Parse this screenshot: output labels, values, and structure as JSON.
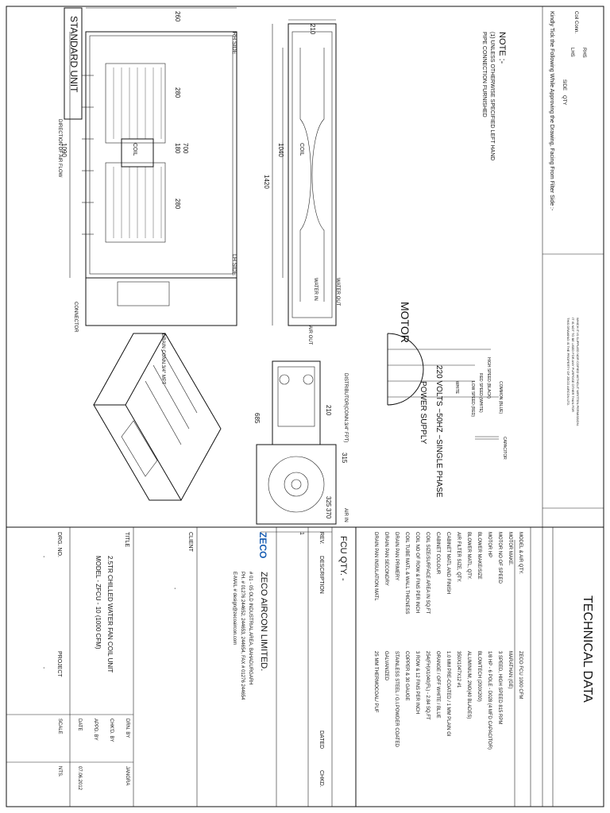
{
  "header": {
    "standard_unit": "STANDARD UNIT",
    "rh_side": "RH SIDE",
    "lh_side": "LH SIDE",
    "airflow": "DIRECTION OF AIR FLOW"
  },
  "dims": {
    "top_width": "260",
    "top_height": "1090",
    "gap_upper": "280",
    "gap_mid1": "180",
    "gap_mid2": "700",
    "gap_lower": "280",
    "side_depth": "210",
    "side_coil_h": "1040",
    "side_total_h": "1420",
    "end_width": "210",
    "end_depth": "315",
    "end_height": "685",
    "base_325": "325",
    "base_370": "370"
  },
  "labels": {
    "coil": "COIL",
    "coil_top": "COIL",
    "water_in": "WATER IN",
    "water_out": "WATER OUT",
    "connector": "CONNECTOR",
    "drain_conn": "DRAIN CONN.3/4\" MPT",
    "distributor": "DISTRIBUTOR(CONN.3/4\" FPT)",
    "air_out": "AIR OUT",
    "air_in": "AIR IN",
    "motor": "MOTOR",
    "power_supply": "POWER SUPPLY",
    "voltage": "220 VOLTS ~50HZ ~SINGLE PHASE",
    "capacitor": "CAPACITOR",
    "common": "COMMON (BLUE)",
    "high": "HIGH SPEED (BLACK)",
    "red": "RED SPEED (WHITE)",
    "low": "LOW SPEED (RED)",
    "white": "WHITE"
  },
  "notes": {
    "title": "NOTE :-",
    "line1": "(1) UNLESS OTHERWISE SPECIFIED LEFT HAND",
    "line2": "PIPE CONNECTION FURNISHED",
    "tick_instruction": "Kindly Tick the Following While Approving the Drawing, Facing From Filter Side :-",
    "coil_conn": "Coil Conn.",
    "lhs": "LHS",
    "rhs": "RHS",
    "side": "SIDE",
    "qty": "QTY",
    "disclaimer1": "THIS DRAWING IS THE PROPERTY OF ZECO AIRCON LTD.",
    "disclaimer2": "IT IS NOT TO BE USED FOR ANY PURPOSE OTHER THAN FOR",
    "disclaimer3": "WHICH IT IS SUPPLIED NOR COPIED WITHOUT WRITTEN PERMISSION."
  },
  "technical": {
    "title": "TECHNICAL DATA",
    "rows": [
      {
        "k": "MODEL & AIR QTY.",
        "v": "ZECO FCU 1000 CFM"
      },
      {
        "k": "MOTOR MAKE.",
        "v": "MARATHAN (GE)"
      },
      {
        "k": "MOTOR NO OF SPEED",
        "v": "3 SPEED, HIGH SPEED 815 RPM"
      },
      {
        "k": "MOTOR HP",
        "v": "1/8 HP - 6 POLE - D028 (4 MFD CAPACITOR)"
      },
      {
        "k": "BLOWER MAKE/SIZE",
        "v": "BLOWTECH (200X200)"
      },
      {
        "k": "BLOWER  MATL, QTY.",
        "v": "ALUMINIUM, 2NO(40 BLADES)"
      },
      {
        "k": "AIR FILTER SIZE, QTY.",
        "v": "350X1047X12 #1"
      },
      {
        "k": "CABINET MATL AND FINISH",
        "v": "1.0 MM PRE-COATED / 1 MM PLAIN GI"
      },
      {
        "k": "CABINET COLOUR",
        "v": "ORANGE / OFF WHITE / BLUE"
      },
      {
        "k": "COIL SIZE/SURFACE AREA IN SQ.FT",
        "v": "254(FH)X1040(FL) - 2.84 SQ.FT"
      },
      {
        "k": "COIL NO OF ROW & FINS PER INCH",
        "v": "3 ROW & 12 FINS PER INCH"
      },
      {
        "k": "COIL TUBE MATL & WALL THICNESS",
        "v": "COPPER & 30 GAUGE"
      },
      {
        "k": "DRAIN PAN PRIMERY",
        "v": "STAINLESS STEEL / G.I.POWDER COATED"
      },
      {
        "k": "DRAIN PAN SECONDRY",
        "v": "GALVANIZED"
      },
      {
        "k": "DRAIN PAN INSULATION MATL",
        "v": "25 MM THERMOCOAL/ PUF"
      }
    ]
  },
  "title_block": {
    "fcu_qty": "FCU QTY. -",
    "rev": "REV.",
    "description": "DESCRIPTION",
    "dated": "DATED",
    "chkd": "CHKD.",
    "rev_no": "1",
    "company": "ZECO AIRCON LIMITED.",
    "address": "# 01 - 05 OLD INDUSTRIAL AREA, BAHADURGARH",
    "phone": "PH. # 01276 244652, 244653, 244654, FAX # 01276 244654",
    "email": "E-MAIL # design@zecoaircon.com",
    "logo": "ZECO",
    "client_label": "CLIENT",
    "client_value": "-",
    "title_label": "TITLE",
    "title_line1": "2.5TR CHILLED WATER  FAN COIL UNIT",
    "title_line2": "MODEL - ZFCU - 10 (1000 CFM)",
    "drg_no": "DRG. NO.",
    "drg_value": "-",
    "project": "PROJECT",
    "project_value": "-",
    "drn_by": "DRN. BY",
    "drn_by_value": "JANGRA",
    "chkd_by": "CHK'D. BY",
    "appd_by": "APPD. BY",
    "date_label": "DATE",
    "date_value": "07.06.2012",
    "scale_label": "SCALE",
    "scale_value": "NTS."
  }
}
